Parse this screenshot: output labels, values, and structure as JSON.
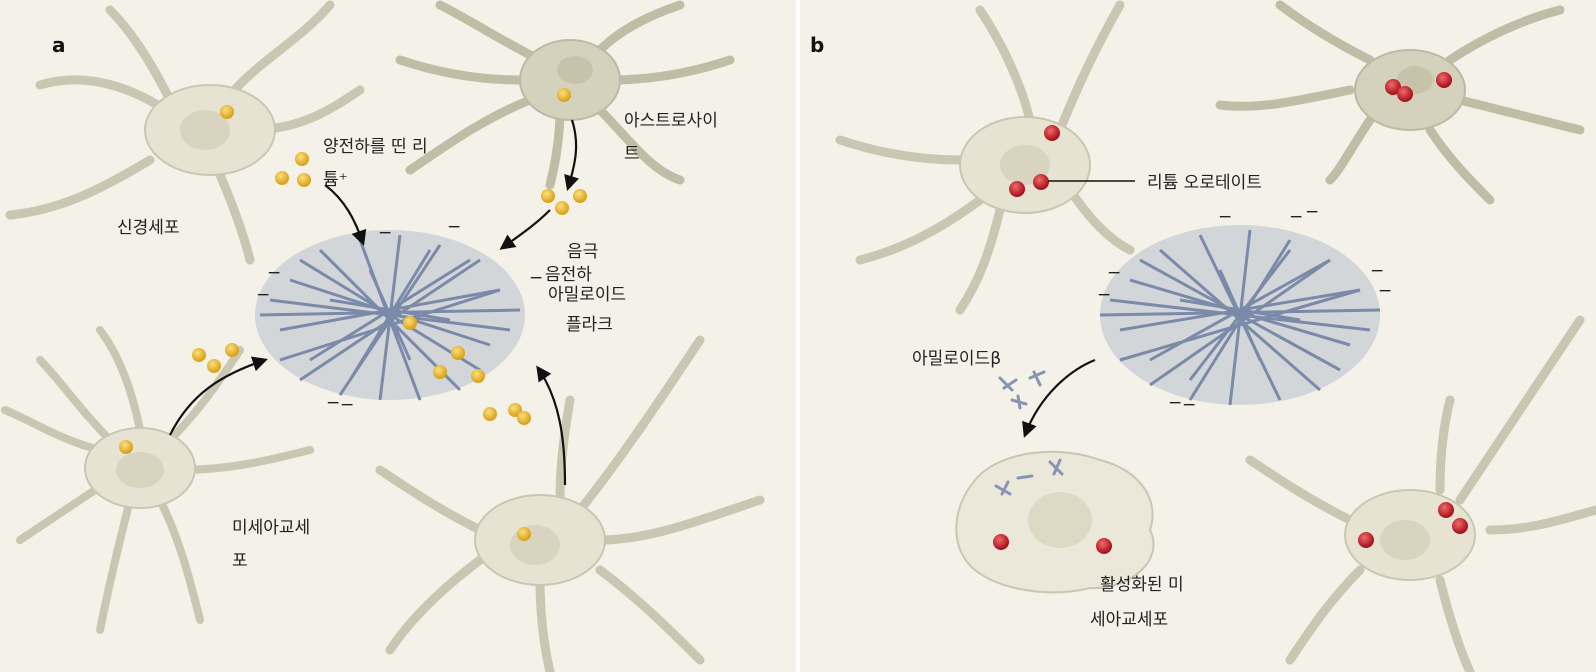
{
  "panels": {
    "a": {
      "label": "a",
      "labels": {
        "positive_lithium_1": "양전하를 띤 리",
        "positive_lithium_2": "튬⁺",
        "astrocyte_1": "아스트로사이",
        "astrocyte_2": "트",
        "neuron": "신경세포",
        "negative_1": "음극",
        "negative_2": "음전하",
        "amyloid_plaque_1": "아밀로이드",
        "amyloid_plaque_2": "플라크",
        "microglia_1": "미세아교세",
        "microglia_2": "포"
      }
    },
    "b": {
      "label": "b",
      "labels": {
        "lithium_orotate": "리튬 오로테이트",
        "amyloid_beta": "아밀로이드β",
        "activated_microglia_1": "활성화된 미",
        "activated_microglia_2": "세아교세포"
      }
    }
  },
  "charge_symbol": "−",
  "colors": {
    "background": "#f3f1e8",
    "cell_fill": "#e6e3d3",
    "cell_stroke": "#c9c6b2",
    "nucleus": "#d8d4bf",
    "astrocyte_fill": "#d4d1bd",
    "plaque": "#6f7fa3",
    "lithium_positive": "#e9b832",
    "lithium_orotate": "#c4222e",
    "arrow": "#111111"
  }
}
